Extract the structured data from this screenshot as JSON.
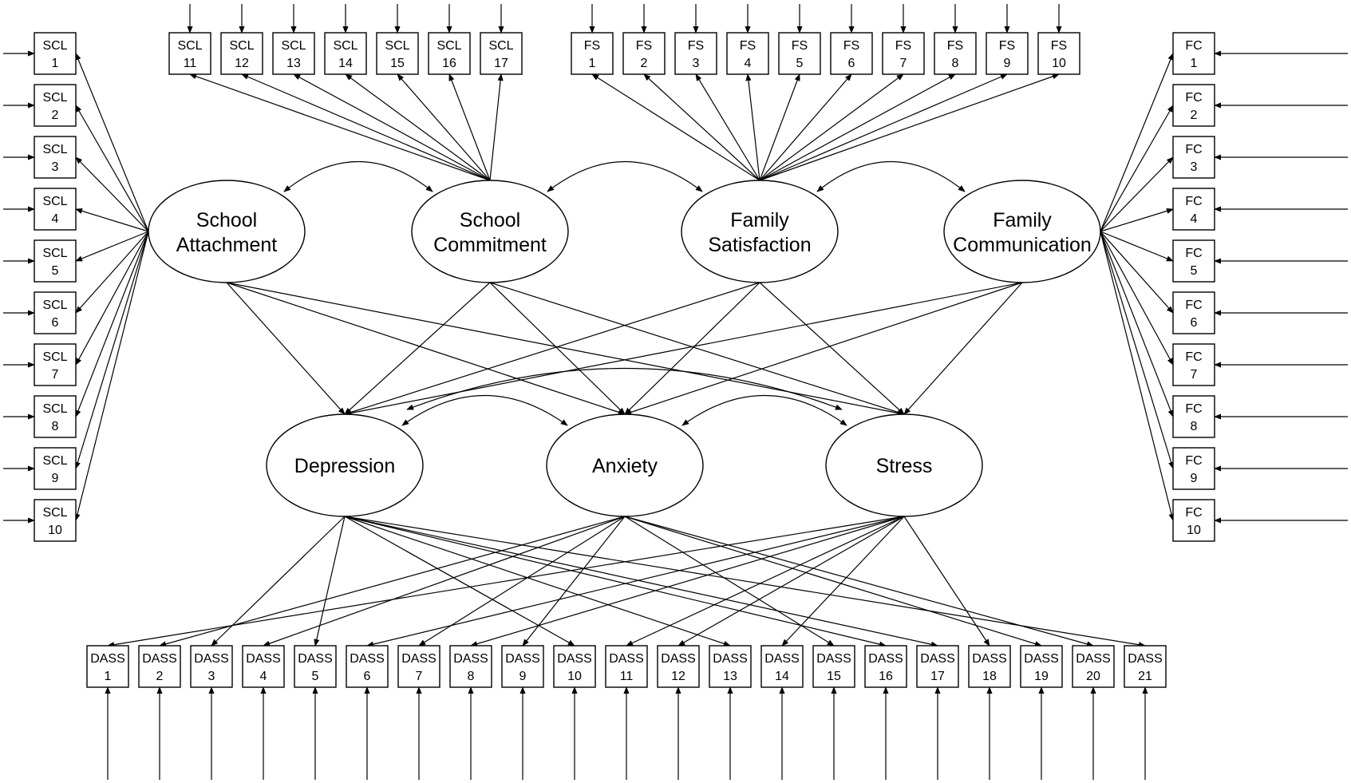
{
  "latent_factors": [
    {
      "id": "SA",
      "lines": [
        "School",
        "Attachment"
      ]
    },
    {
      "id": "SC",
      "lines": [
        "School",
        "Commitment"
      ]
    },
    {
      "id": "FS",
      "lines": [
        "Family",
        "Satisfaction"
      ]
    },
    {
      "id": "FC",
      "lines": [
        "Family",
        "Communication"
      ]
    },
    {
      "id": "DEP",
      "lines": [
        "Depression"
      ]
    },
    {
      "id": "ANX",
      "lines": [
        "Anxiety"
      ]
    },
    {
      "id": "STR",
      "lines": [
        "Stress"
      ]
    }
  ],
  "indicator_groups": [
    {
      "factor": "SA",
      "prefix": "SCL",
      "items": [
        "1",
        "2",
        "3",
        "4",
        "5",
        "6",
        "7",
        "8",
        "9",
        "10"
      ]
    },
    {
      "factor": "SC",
      "prefix": "SCL",
      "items": [
        "11",
        "12",
        "13",
        "14",
        "15",
        "16",
        "17"
      ]
    },
    {
      "factor": "FS",
      "prefix": "FS",
      "items": [
        "1",
        "2",
        "3",
        "4",
        "5",
        "6",
        "7",
        "8",
        "9",
        "10"
      ]
    },
    {
      "factor": "FC",
      "prefix": "FC",
      "items": [
        "1",
        "2",
        "3",
        "4",
        "5",
        "6",
        "7",
        "8",
        "9",
        "10"
      ]
    },
    {
      "factor": "DASS",
      "prefix": "DASS",
      "items": [
        "1",
        "2",
        "3",
        "4",
        "5",
        "6",
        "7",
        "8",
        "9",
        "10",
        "11",
        "12",
        "13",
        "14",
        "15",
        "16",
        "17",
        "18",
        "19",
        "20",
        "21"
      ]
    }
  ],
  "dass_loadings": {
    "DEP": [
      "3",
      "5",
      "10",
      "13",
      "16",
      "17",
      "21"
    ],
    "ANX": [
      "2",
      "4",
      "7",
      "9",
      "15",
      "19",
      "20"
    ],
    "STR": [
      "1",
      "6",
      "8",
      "11",
      "12",
      "14",
      "18"
    ]
  },
  "structural_paths": [
    [
      "SA",
      "DEP"
    ],
    [
      "SA",
      "ANX"
    ],
    [
      "SA",
      "STR"
    ],
    [
      "SC",
      "DEP"
    ],
    [
      "SC",
      "ANX"
    ],
    [
      "SC",
      "STR"
    ],
    [
      "FS",
      "DEP"
    ],
    [
      "FS",
      "ANX"
    ],
    [
      "FS",
      "STR"
    ],
    [
      "FC",
      "DEP"
    ],
    [
      "FC",
      "ANX"
    ],
    [
      "FC",
      "STR"
    ]
  ],
  "covariances": [
    [
      "SA",
      "SC"
    ],
    [
      "SC",
      "FS"
    ],
    [
      "FS",
      "FC"
    ],
    [
      "DEP",
      "ANX"
    ],
    [
      "ANX",
      "STR"
    ],
    [
      "DEP",
      "STR"
    ]
  ]
}
